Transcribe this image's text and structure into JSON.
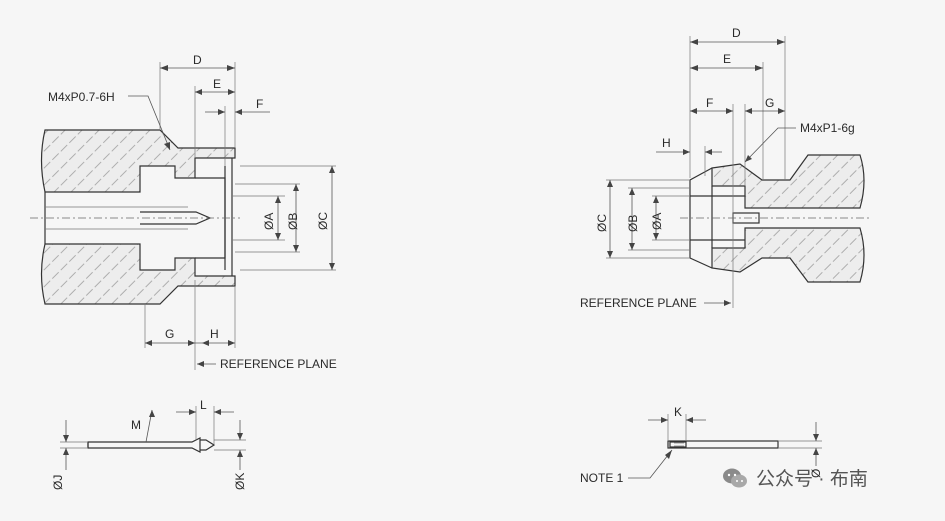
{
  "female_connector": {
    "thread_callout": "M4xP0.7-6H",
    "dimensions": {
      "D": "D",
      "E": "E",
      "F": "F",
      "G": "G",
      "H": "H",
      "A": "ØA",
      "B": "ØB",
      "C": "ØC"
    },
    "reference_plane": "REFERENCE PLANE"
  },
  "male_connector": {
    "thread_callout": "M4xP1-6g",
    "dimensions": {
      "D": "D",
      "E": "E",
      "F": "F",
      "G": "G",
      "H": "H",
      "A": "ØA",
      "B": "ØB",
      "C": "ØC"
    },
    "reference_plane": "REFERENCE PLANE"
  },
  "female_pin": {
    "dimensions": {
      "M": "M",
      "L": "L",
      "J": "ØJ",
      "K": "ØK"
    }
  },
  "male_pin": {
    "dimensions": {
      "K": "K",
      "O": "Ø"
    },
    "note": "NOTE 1"
  },
  "watermark": {
    "text": "公众号 · 布南",
    "icon": "wechat-icon"
  }
}
